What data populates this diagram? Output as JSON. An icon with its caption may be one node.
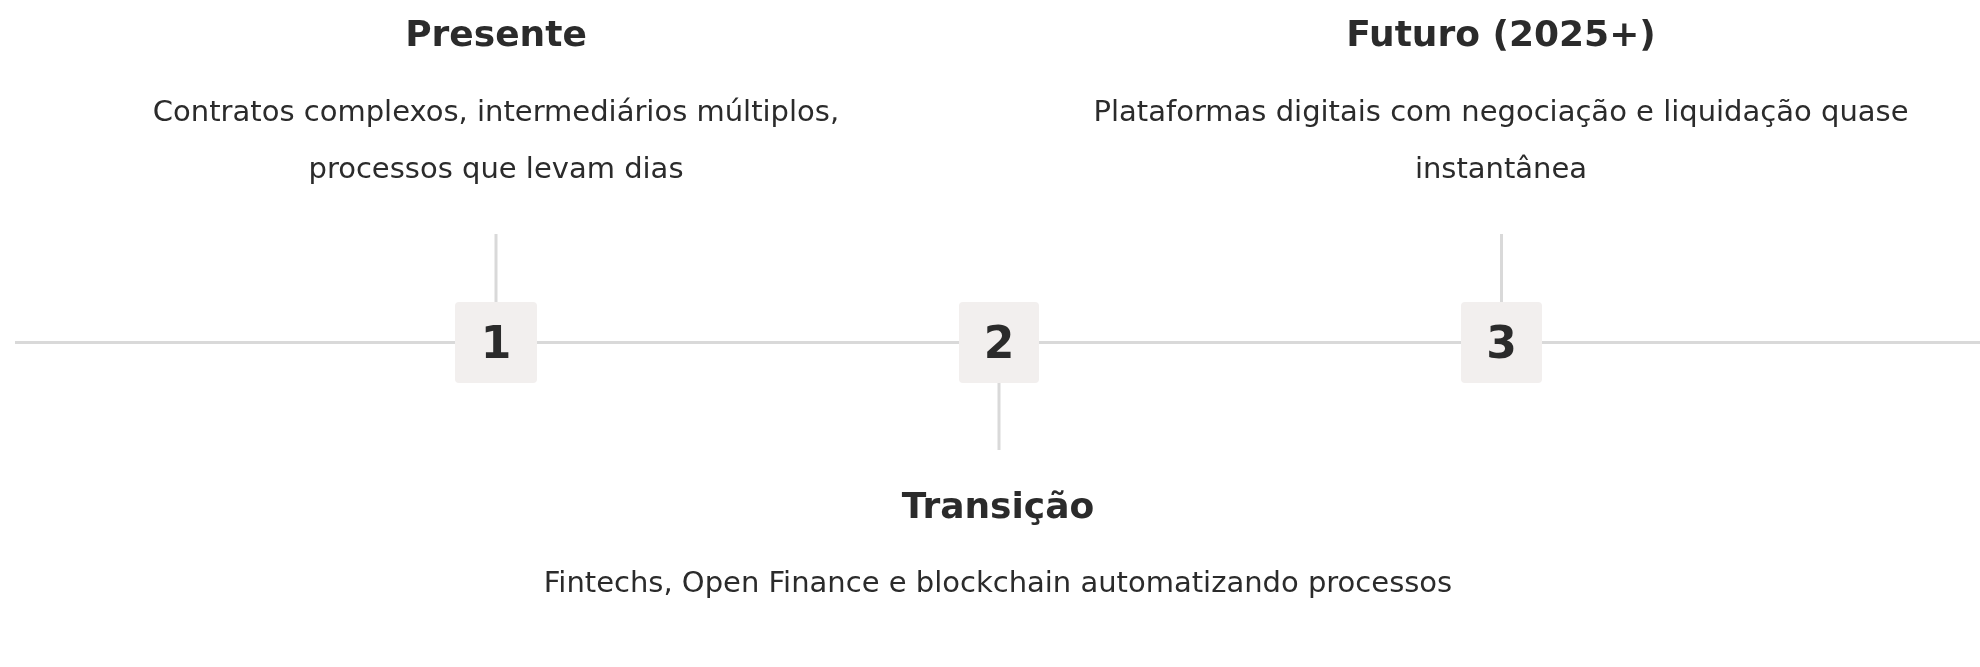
{
  "diagram": {
    "nodes": [
      {
        "text": [
          "Presente",
          "Contratos complexos, intermediários múltiplos, processos que levam dias"
        ]
      },
      {
        "text": [
          "Futuro (2025+)",
          "Plataformas digitais com negociação e liquidação quase instantânea"
        ]
      },
      {
        "text": [
          "1"
        ]
      },
      {
        "text": [
          "2"
        ]
      },
      {
        "text": [
          "3"
        ]
      },
      {
        "text": [
          "Transição",
          "Fintechs, Open Finance e blockchain automatizando processos"
        ]
      }
    ],
    "edges": [
      {
        "from": null,
        "to": 2,
        "arrow": "none"
      },
      {
        "from": 2,
        "to": 3,
        "arrow": "none"
      },
      {
        "from": 3,
        "to": 4,
        "arrow": "none"
      },
      {
        "from": 4,
        "to": null,
        "arrow": "none"
      },
      {
        "from": 2,
        "to": 0,
        "arrow": "none"
      },
      {
        "from": 3,
        "to": 5,
        "arrow": "none"
      },
      {
        "from": 4,
        "to": 1,
        "arrow": "none"
      }
    ]
  }
}
